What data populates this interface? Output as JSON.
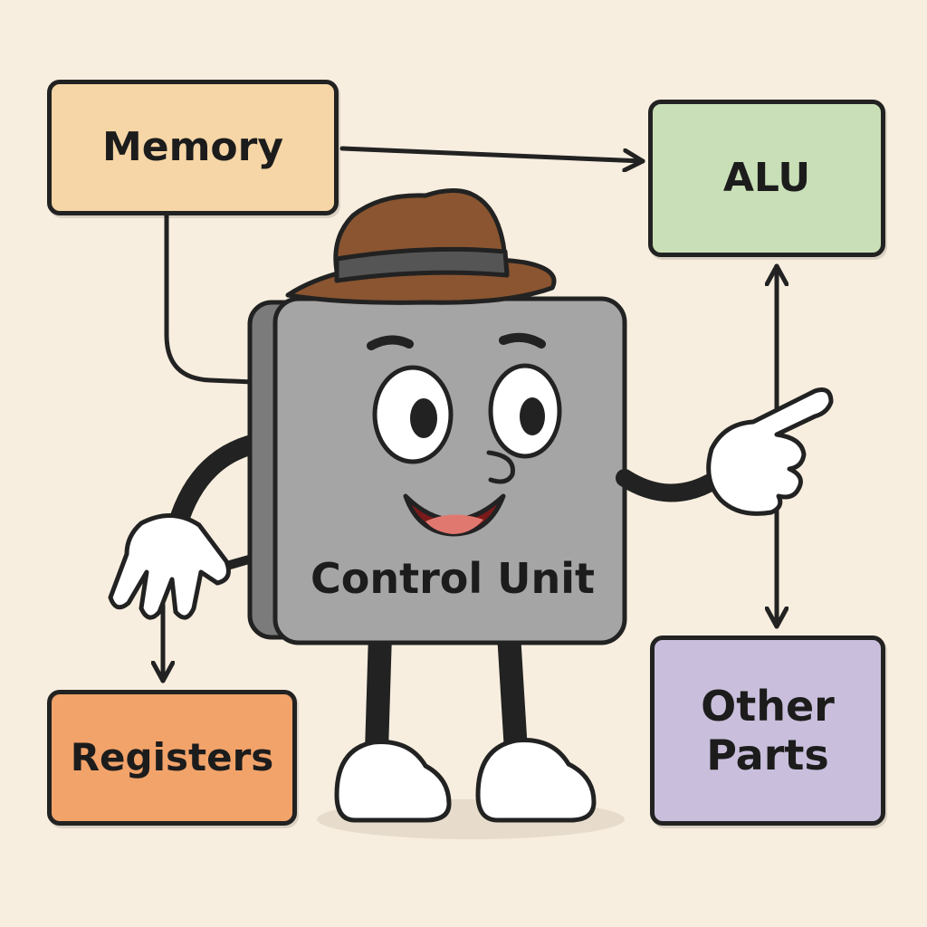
{
  "diagram": {
    "nodes": {
      "memory": {
        "label": "Memory",
        "color": "#f6d6a6"
      },
      "alu": {
        "label": "ALU",
        "color": "#c9dfb7"
      },
      "registers": {
        "label": "Registers",
        "color": "#f2a36a"
      },
      "other": {
        "label": "Other\nParts",
        "color": "#c9bfdc"
      },
      "control_unit": {
        "label": "Control Unit",
        "color": "#a5a5a5"
      }
    },
    "edges": [
      {
        "from": "memory",
        "to": "alu",
        "direction": "forward"
      },
      {
        "from": "memory",
        "to": "control_unit",
        "direction": "none"
      },
      {
        "from": "control_unit",
        "to": "registers",
        "direction": "forward"
      },
      {
        "from": "alu",
        "to": "other",
        "direction": "both"
      }
    ],
    "character": {
      "hat_color": "#8a5530",
      "hat_band_color": "#555555",
      "body_color": "#a5a5a5"
    }
  }
}
